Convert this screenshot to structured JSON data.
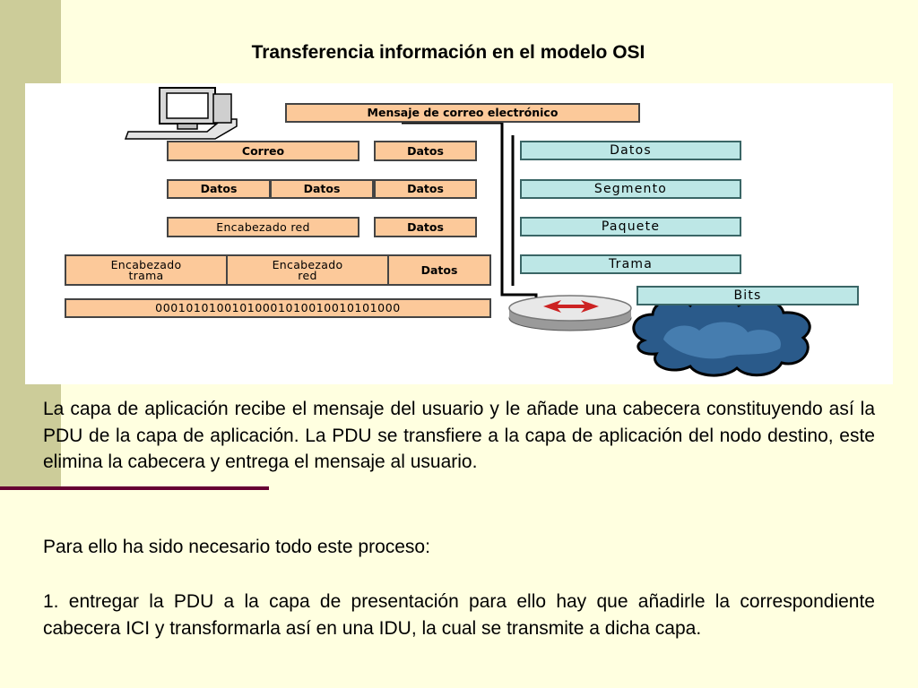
{
  "title": "Transferencia información en el modelo OSI",
  "diagram": {
    "top_message": "Mensaje de correo electrónico",
    "rows": [
      {
        "cells": [
          "Correo",
          "Datos"
        ]
      },
      {
        "cells": [
          "Datos",
          "Datos",
          "Datos"
        ]
      },
      {
        "cells": [
          "Encabezado red",
          "Datos"
        ]
      },
      {
        "cells": [
          "Encabezado\ntrama",
          "Encabezado\nred",
          "Datos"
        ]
      },
      {
        "cells": [
          "00010101001010001010010010101000"
        ]
      }
    ],
    "layer_labels": [
      "Datos",
      "Segmento",
      "Paquete",
      "Trama",
      "Bits"
    ],
    "colors": {
      "pdu_box": "#fcc99a",
      "layer_label": "#bde7e6",
      "cloud": "#2a5a8a"
    }
  },
  "paragraphs": [
    "La capa de aplicación recibe el mensaje del usuario y le añade una cabecera constituyendo así la PDU de la capa de aplicación. La PDU se transfiere a la capa de aplicación del nodo destino, este elimina la cabecera y entrega el mensaje al usuario.",
    "Para ello ha sido necesario todo este proceso:",
    "1.   entregar la PDU a la capa de presentación para ello hay que añadirle la correspondiente cabecera ICI y transformarla así en una IDU, la cual se transmite a dicha capa."
  ]
}
